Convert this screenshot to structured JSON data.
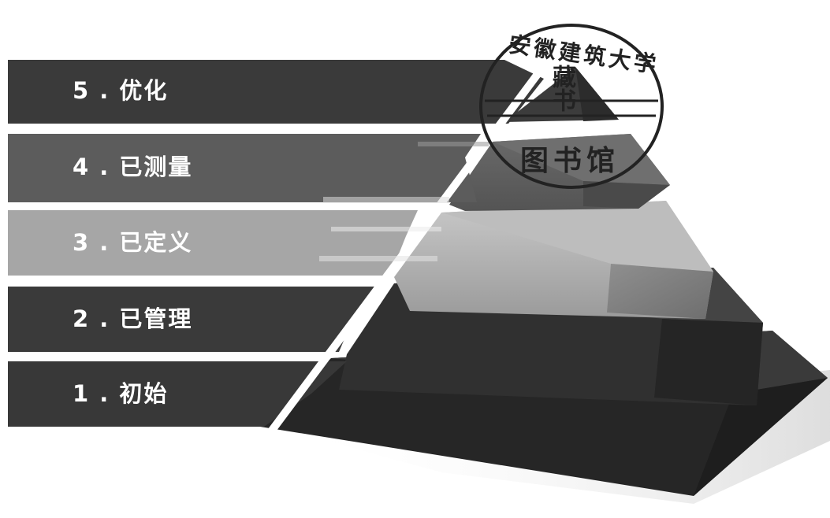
{
  "levels": [
    {
      "number": "5",
      "name": "优化",
      "label": "5 . 优化"
    },
    {
      "number": "4",
      "name": "已测量",
      "label": "4 . 已测量"
    },
    {
      "number": "3",
      "name": "已定义",
      "label": "3 . 已定义"
    },
    {
      "number": "2",
      "name": "已管理",
      "label": "2 . 已管理"
    },
    {
      "number": "1",
      "name": "初始",
      "label": "1 . 初始"
    }
  ],
  "stamp": {
    "ring_text": "安徽建筑大学",
    "center_text": "藏书",
    "bottom_text": "图书馆"
  },
  "colors": {
    "level5": "#3a3a3a",
    "level4": "#5e5e5e",
    "level3": "#a9a9a9",
    "level2": "#333333",
    "level1": "#2a2a2a",
    "label_text": "#ffffff",
    "stamp_ink": "#222222"
  }
}
